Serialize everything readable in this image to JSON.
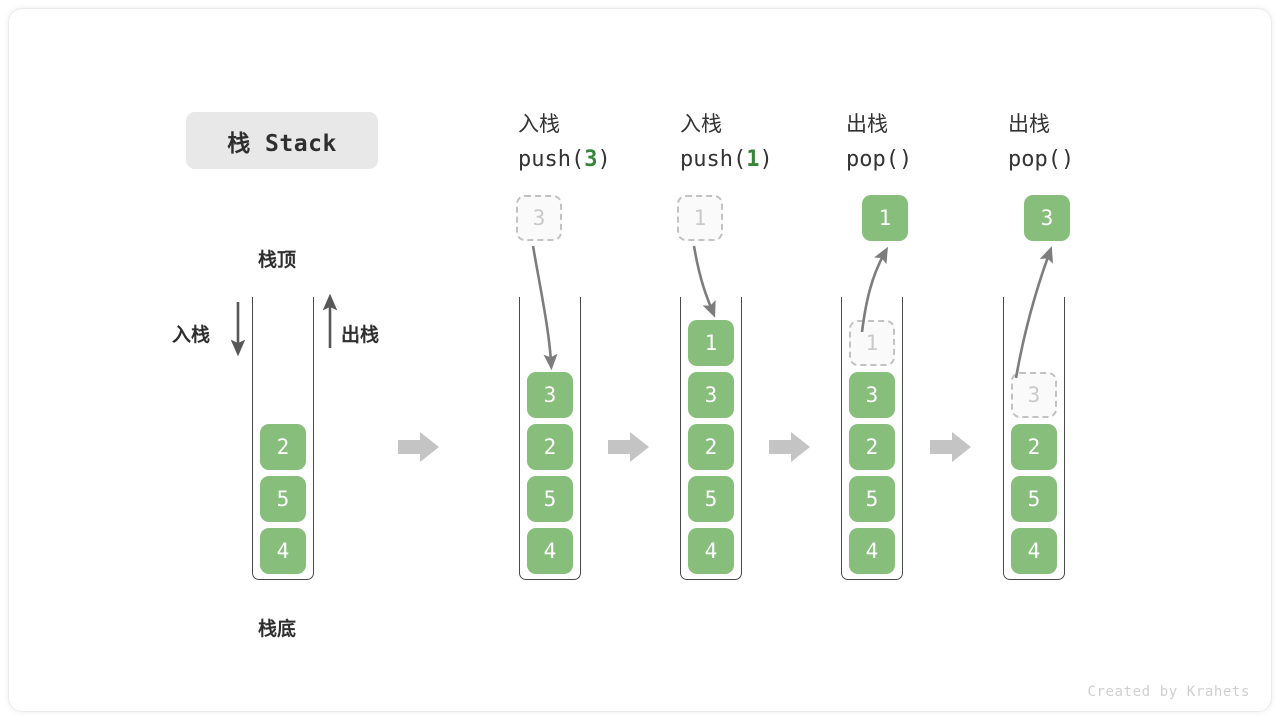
{
  "title_badge": "栈 Stack",
  "labels": {
    "top": "栈顶",
    "bottom": "栈底",
    "push_side": "入栈",
    "pop_side": "出栈"
  },
  "colors": {
    "box_fill": "#87be7c",
    "box_text": "#ffffff",
    "ghost_border": "#c2c2c2",
    "ghost_text": "#c9c9c9",
    "accent_green": "#38843a",
    "separator_arrow": "#c4c4c4",
    "container_stroke": "#4a4a4a",
    "curve_arrow": "#7d7d7d",
    "badge_bg": "#e8e8e8"
  },
  "footer": "Created by Krahets",
  "columns": [
    {
      "id": "initial",
      "header_cjk": "",
      "header_code": "",
      "stack": [
        "2",
        "5",
        "4"
      ],
      "ghost": null,
      "popped": null,
      "incoming": null
    },
    {
      "id": "push-3",
      "header_cjk": "入栈",
      "header_code_pre": "push(",
      "header_code_num": "3",
      "header_code_post": ")",
      "stack": [
        "3",
        "2",
        "5",
        "4"
      ],
      "ghost": null,
      "popped": null,
      "incoming": "3"
    },
    {
      "id": "push-1",
      "header_cjk": "入栈",
      "header_code_pre": "push(",
      "header_code_num": "1",
      "header_code_post": ")",
      "stack": [
        "1",
        "3",
        "2",
        "5",
        "4"
      ],
      "ghost": null,
      "popped": null,
      "incoming": "1"
    },
    {
      "id": "pop-1",
      "header_cjk": "出栈",
      "header_code_pre": "pop(",
      "header_code_num": "",
      "header_code_post": ")",
      "stack": [
        "3",
        "2",
        "5",
        "4"
      ],
      "ghost": "1",
      "popped": "1",
      "incoming": null
    },
    {
      "id": "pop-3",
      "header_cjk": "出栈",
      "header_code_pre": "pop(",
      "header_code_num": "",
      "header_code_post": ")",
      "stack": [
        "2",
        "5",
        "4"
      ],
      "ghost": "3",
      "popped": "3",
      "incoming": null
    }
  ],
  "separator_arrows": [
    "arrow-right-icon",
    "arrow-right-icon",
    "arrow-right-icon",
    "arrow-right-icon"
  ]
}
